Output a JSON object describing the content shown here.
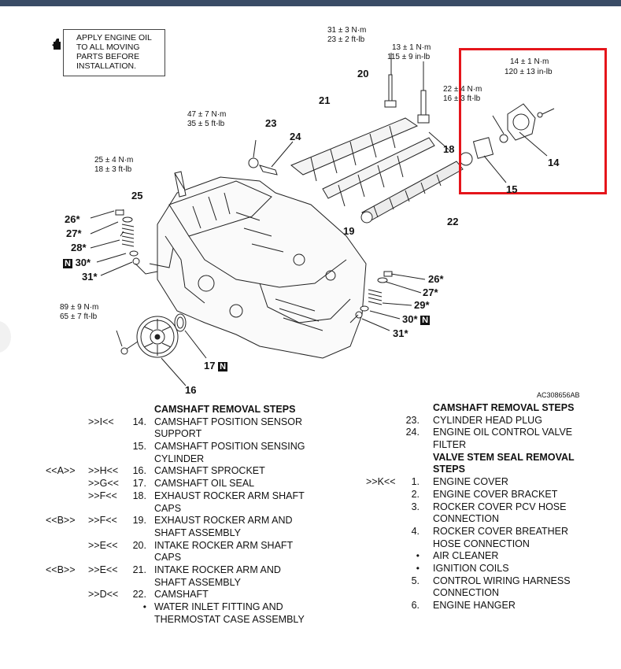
{
  "oil_note": [
    "APPLY ENGINE OIL",
    "TO ALL MOVING",
    "PARTS BEFORE",
    "INSTALLATION."
  ],
  "torques": {
    "t31": [
      "31 ± 3 N·m",
      "23 ± 2 ft-lb"
    ],
    "t13": [
      "13 ± 1 N·m",
      "115 ± 9 in-lb"
    ],
    "t14": [
      "14 ± 1 N·m",
      "120 ± 13 in-lb"
    ],
    "t22": [
      "22 ± 4 N·m",
      "16 ± 3 ft-lb"
    ],
    "t47": [
      "47 ± 7 N·m",
      "35 ± 5 ft-lb"
    ],
    "t25": [
      "25 ± 4 N·m",
      "18 ± 3 ft-lb"
    ],
    "t89": [
      "89 ± 9 N·m",
      "65 ± 7 ft-lb"
    ]
  },
  "callouts": {
    "c20": "20",
    "c21": "21",
    "c23": "23",
    "c24": "24",
    "c18": "18",
    "c14": "14",
    "c15": "15",
    "c22": "22",
    "c19": "19",
    "c25": "25",
    "c26a": "26*",
    "c27a": "27*",
    "c28": "28*",
    "c30a": "30*",
    "c31a": "31*",
    "c26b": "26*",
    "c27b": "27*",
    "c29": "29*",
    "c30b": "30*",
    "c31b": "31*",
    "c17": "17",
    "c16": "16",
    "n_mark": "N"
  },
  "figure_id": "AC308656AB",
  "left_steps": [
    {
      "a": "",
      "b": "",
      "n": "",
      "t": "CAMSHAFT REMOVAL STEPS",
      "hdr": true
    },
    {
      "a": "",
      "b": ">>I<<",
      "n": "14.",
      "t": "CAMSHAFT POSITION SENSOR"
    },
    {
      "a": "",
      "b": "",
      "n": "",
      "t": "SUPPORT"
    },
    {
      "a": "",
      "b": "",
      "n": "15.",
      "t": "CAMSHAFT POSITION SENSING"
    },
    {
      "a": "",
      "b": "",
      "n": "",
      "t": "CYLINDER"
    },
    {
      "a": "<<A>>",
      "b": ">>H<<",
      "n": "16.",
      "t": "CAMSHAFT SPROCKET"
    },
    {
      "a": "",
      "b": ">>G<<",
      "n": "17.",
      "t": "CAMSHAFT OIL SEAL"
    },
    {
      "a": "",
      "b": ">>F<<",
      "n": "18.",
      "t": "EXHAUST ROCKER ARM SHAFT"
    },
    {
      "a": "",
      "b": "",
      "n": "",
      "t": "CAPS"
    },
    {
      "a": "<<B>>",
      "b": ">>F<<",
      "n": "19.",
      "t": "EXHAUST ROCKER ARM AND"
    },
    {
      "a": "",
      "b": "",
      "n": "",
      "t": "SHAFT ASSEMBLY"
    },
    {
      "a": "",
      "b": ">>E<<",
      "n": "20.",
      "t": "INTAKE ROCKER ARM SHAFT"
    },
    {
      "a": "",
      "b": "",
      "n": "",
      "t": "CAPS"
    },
    {
      "a": "<<B>>",
      "b": ">>E<<",
      "n": "21.",
      "t": "INTAKE ROCKER ARM AND"
    },
    {
      "a": "",
      "b": "",
      "n": "",
      "t": "SHAFT ASSEMBLY"
    },
    {
      "a": "",
      "b": ">>D<<",
      "n": "22.",
      "t": "CAMSHAFT"
    },
    {
      "a": "",
      "b": "",
      "n": "•",
      "t": "WATER INLET FITTING AND"
    },
    {
      "a": "",
      "b": "",
      "n": "",
      "t": "THERMOSTAT CASE ASSEMBLY"
    }
  ],
  "right_steps": [
    {
      "b": "",
      "n": "",
      "t": "CAMSHAFT REMOVAL STEPS",
      "hdr": true
    },
    {
      "b": "",
      "n": "23.",
      "t": "CYLINDER HEAD PLUG"
    },
    {
      "b": "",
      "n": "24.",
      "t": "ENGINE OIL CONTROL VALVE"
    },
    {
      "b": "",
      "n": "",
      "t": "FILTER"
    },
    {
      "b": "",
      "n": "",
      "t": "VALVE STEM SEAL REMOVAL",
      "hdr": true
    },
    {
      "b": "",
      "n": "",
      "t": "STEPS",
      "hdr": true
    },
    {
      "b": ">>K<<",
      "n": "1.",
      "t": "ENGINE COVER"
    },
    {
      "b": "",
      "n": "2.",
      "t": "ENGINE COVER BRACKET"
    },
    {
      "b": "",
      "n": "3.",
      "t": "ROCKER COVER PCV HOSE"
    },
    {
      "b": "",
      "n": "",
      "t": "CONNECTION"
    },
    {
      "b": "",
      "n": "4.",
      "t": "ROCKER COVER BREATHER"
    },
    {
      "b": "",
      "n": "",
      "t": "HOSE CONNECTION"
    },
    {
      "b": "",
      "n": "•",
      "t": "AIR CLEANER"
    },
    {
      "b": "",
      "n": "•",
      "t": "IGNITION COILS"
    },
    {
      "b": "",
      "n": "5.",
      "t": "CONTROL WIRING HARNESS"
    },
    {
      "b": "",
      "n": "",
      "t": "CONNECTION"
    },
    {
      "b": "",
      "n": "6.",
      "t": "ENGINE HANGER"
    }
  ],
  "colors": {
    "highlight": "#e5151b",
    "topbar": "#3a4c66"
  }
}
